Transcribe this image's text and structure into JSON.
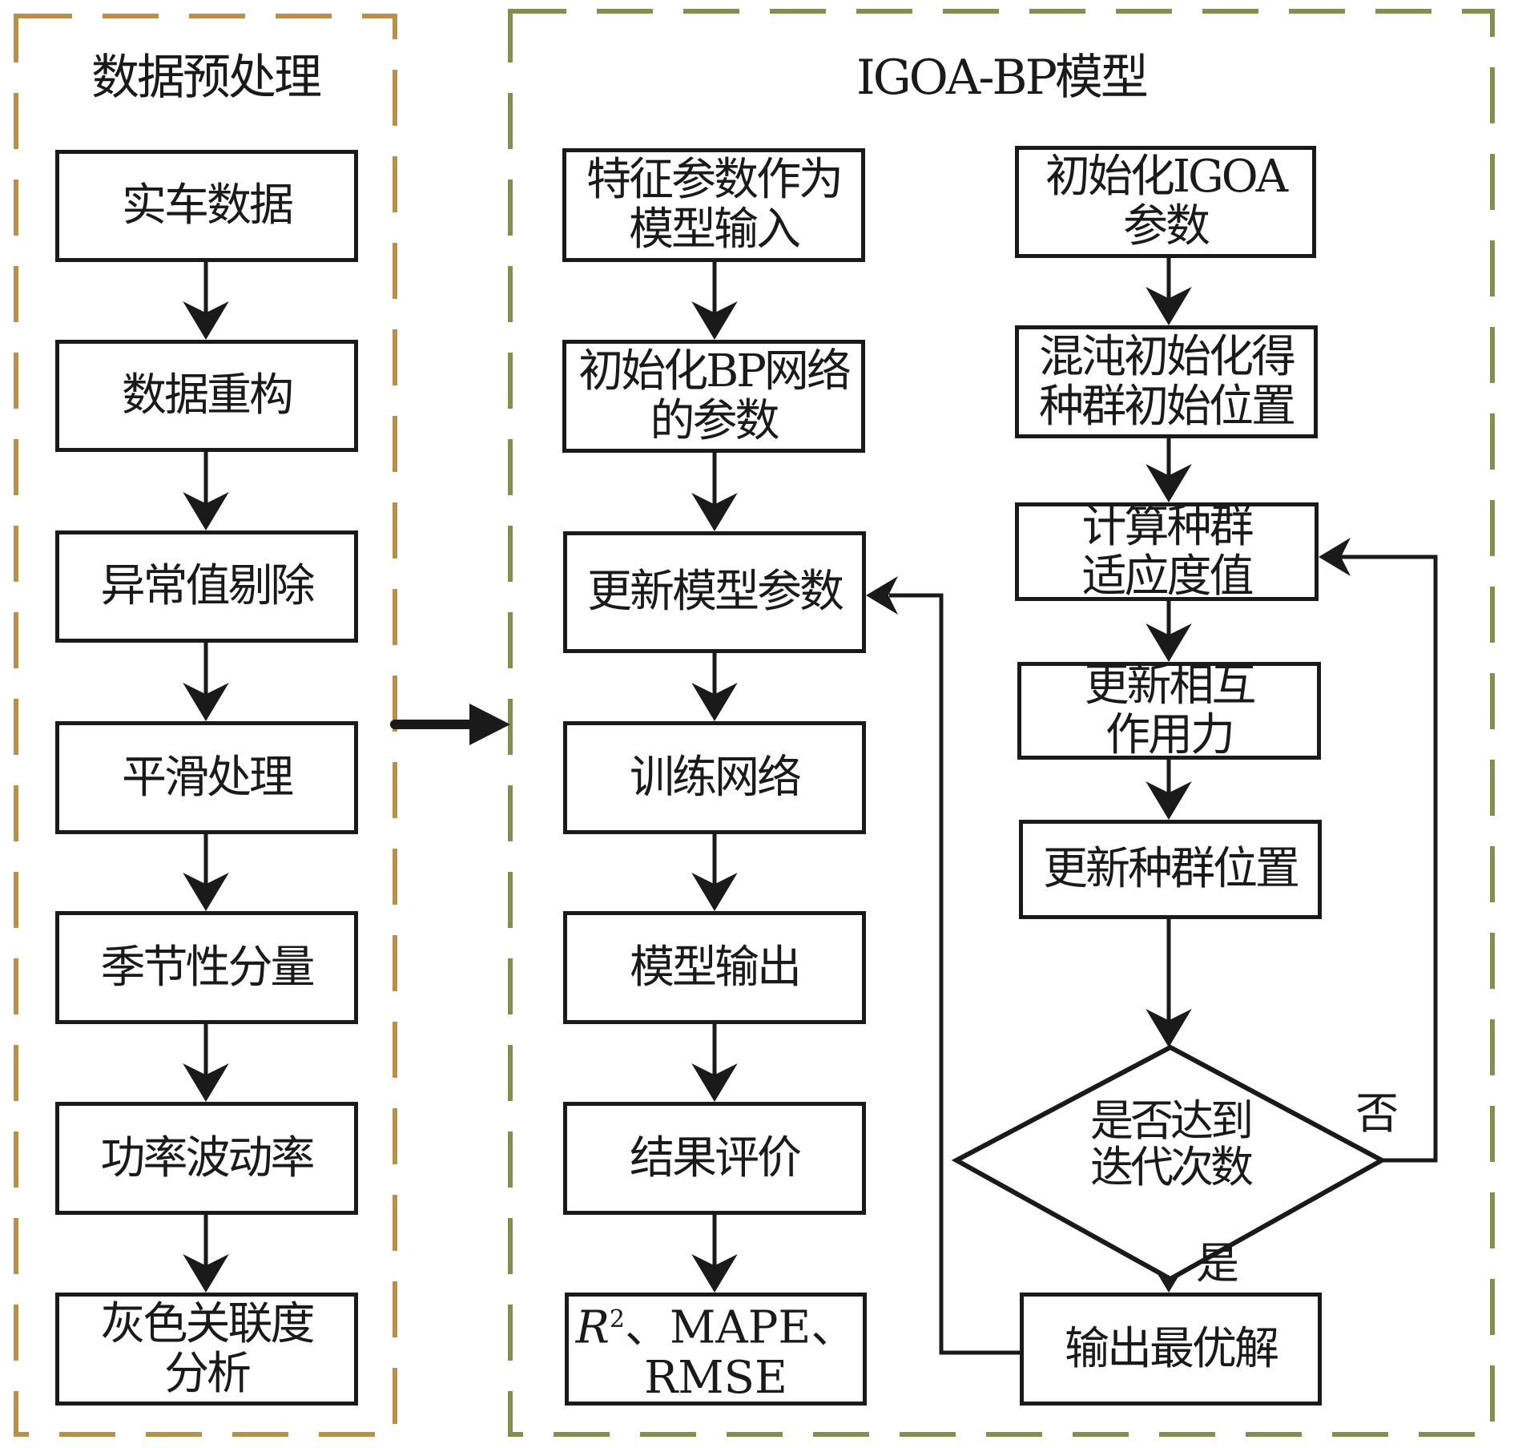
{
  "colors": {
    "left_frame": "#b8904a",
    "right_frame": "#838f4f",
    "line": "#1a1a1a"
  },
  "left_panel": {
    "title": "数据预处理",
    "steps": [
      "实车数据",
      "数据重构",
      "异常值剔除",
      "平滑处理",
      "季节性分量",
      "功率波动率",
      "灰色关联度\n分析"
    ]
  },
  "right_panel": {
    "title": "IGOA-BP模型",
    "bp_steps": [
      "特征参数作为\n模型输入",
      "初始化BP网络\n的参数",
      "更新模型参数",
      "训练网络",
      "模型输出",
      "结果评价"
    ],
    "metrics": {
      "r": "R",
      "r_sup": "2",
      "rest_line1": "、MAPE、",
      "line2": "RMSE"
    },
    "igoa_steps": [
      "初始化IGOA\n参数",
      "混沌初始化得\n种群初始位置",
      "计算种群\n适应度值",
      "更新相互\n作用力",
      "更新种群位置"
    ],
    "decision": "是否达到\n迭代次数",
    "yes_label": "是",
    "no_label": "否",
    "output": "输出最优解"
  }
}
